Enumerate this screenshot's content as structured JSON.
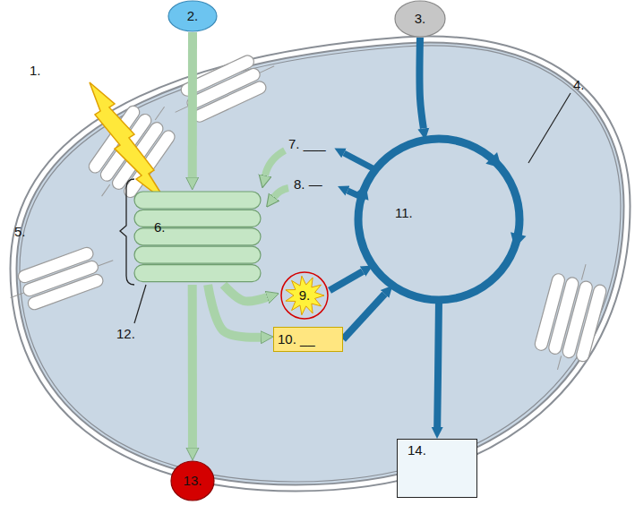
{
  "diagram": {
    "nodes": [
      {
        "text": [
          "2."
        ]
      },
      {
        "text": [
          "3."
        ]
      },
      {
        "text": [
          "6."
        ]
      },
      {
        "text": [
          "11."
        ]
      },
      {
        "text": [
          "9."
        ]
      },
      {
        "text": [
          "10. __"
        ]
      },
      {
        "text": [
          "13."
        ]
      },
      {
        "text": [
          "14."
        ]
      }
    ],
    "edges": [
      {
        "from": 0,
        "to": 2,
        "arrow": "to"
      },
      {
        "from": 2,
        "to": 6,
        "arrow": "to"
      },
      {
        "from": 2,
        "to": 4,
        "arrow": "to"
      },
      {
        "from": 2,
        "to": 5,
        "arrow": "to"
      },
      {
        "from": 4,
        "to": 3,
        "arrow": "to"
      },
      {
        "from": 5,
        "to": 3,
        "arrow": "to"
      },
      {
        "from": 1,
        "to": 3,
        "arrow": "to"
      },
      {
        "from": 3,
        "to": 7,
        "arrow": "to"
      }
    ],
    "labels": [
      "1.",
      "4.",
      "5.",
      "7. ___",
      "8. —",
      "12."
    ]
  }
}
